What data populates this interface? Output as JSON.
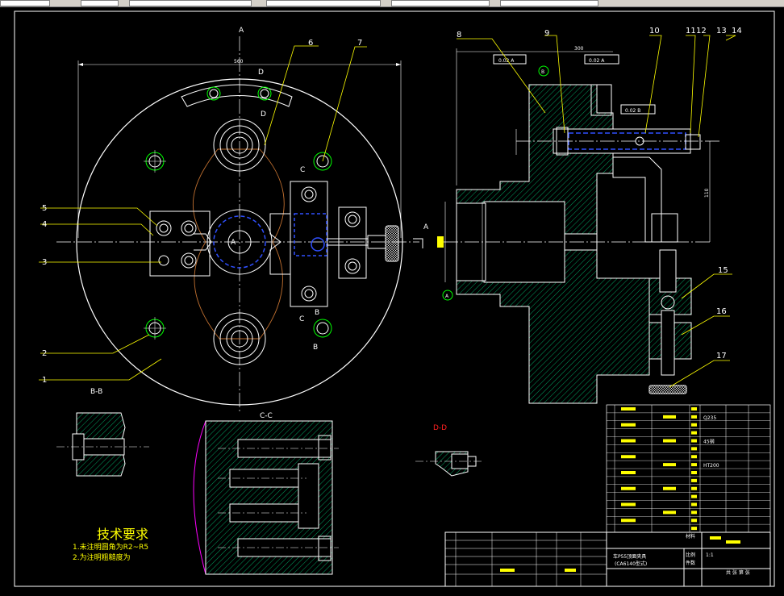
{
  "labels": {
    "A_top": "A",
    "A_right": "A",
    "dim_top": "560",
    "D_1": "D",
    "D_2": "D",
    "C_1": "C",
    "C_2": "C",
    "B_1": "B",
    "B_2": "B",
    "A_center": "A",
    "B_datum": "B",
    "A_datum": "A",
    "dim_right": "300",
    "dim_height": "110",
    "tol_1": "0.02 A",
    "tol_2": "0.02 A",
    "tol_3": "0.02 B",
    "section_BB": "B-B",
    "section_CC": "C-C",
    "section_DD": "D-D"
  },
  "callouts": [
    "1",
    "2",
    "3",
    "4",
    "5",
    "6",
    "7",
    "8",
    "9",
    "10",
    "11",
    "12",
    "13",
    "14",
    "15",
    "16",
    "17"
  ],
  "notes": {
    "title": "技术要求",
    "line1": "1.未注明圆角为R2~R5",
    "line2": "2.为注明粗糙度为"
  },
  "title_block": {
    "name": "车P55顶面夹具",
    "model": "(CA6140型式)",
    "ratio_label": "比例",
    "ratio_value": "1:1",
    "weight_label": "件数",
    "material_label": "材料",
    "sheet": "共 张 第 张",
    "bom_mat1": "Q235",
    "bom_mat2": "45钢",
    "bom_mat3": "HT200"
  },
  "colors": {
    "outline": "#ffffff",
    "hatch": "#00a060",
    "centerline": "#ffffff",
    "callout": "#ffff00",
    "hidden": "#3050ff",
    "hole": "#00ff00",
    "boundary": "#ff00ff",
    "link": "#c07030",
    "section": "#ff2020"
  }
}
